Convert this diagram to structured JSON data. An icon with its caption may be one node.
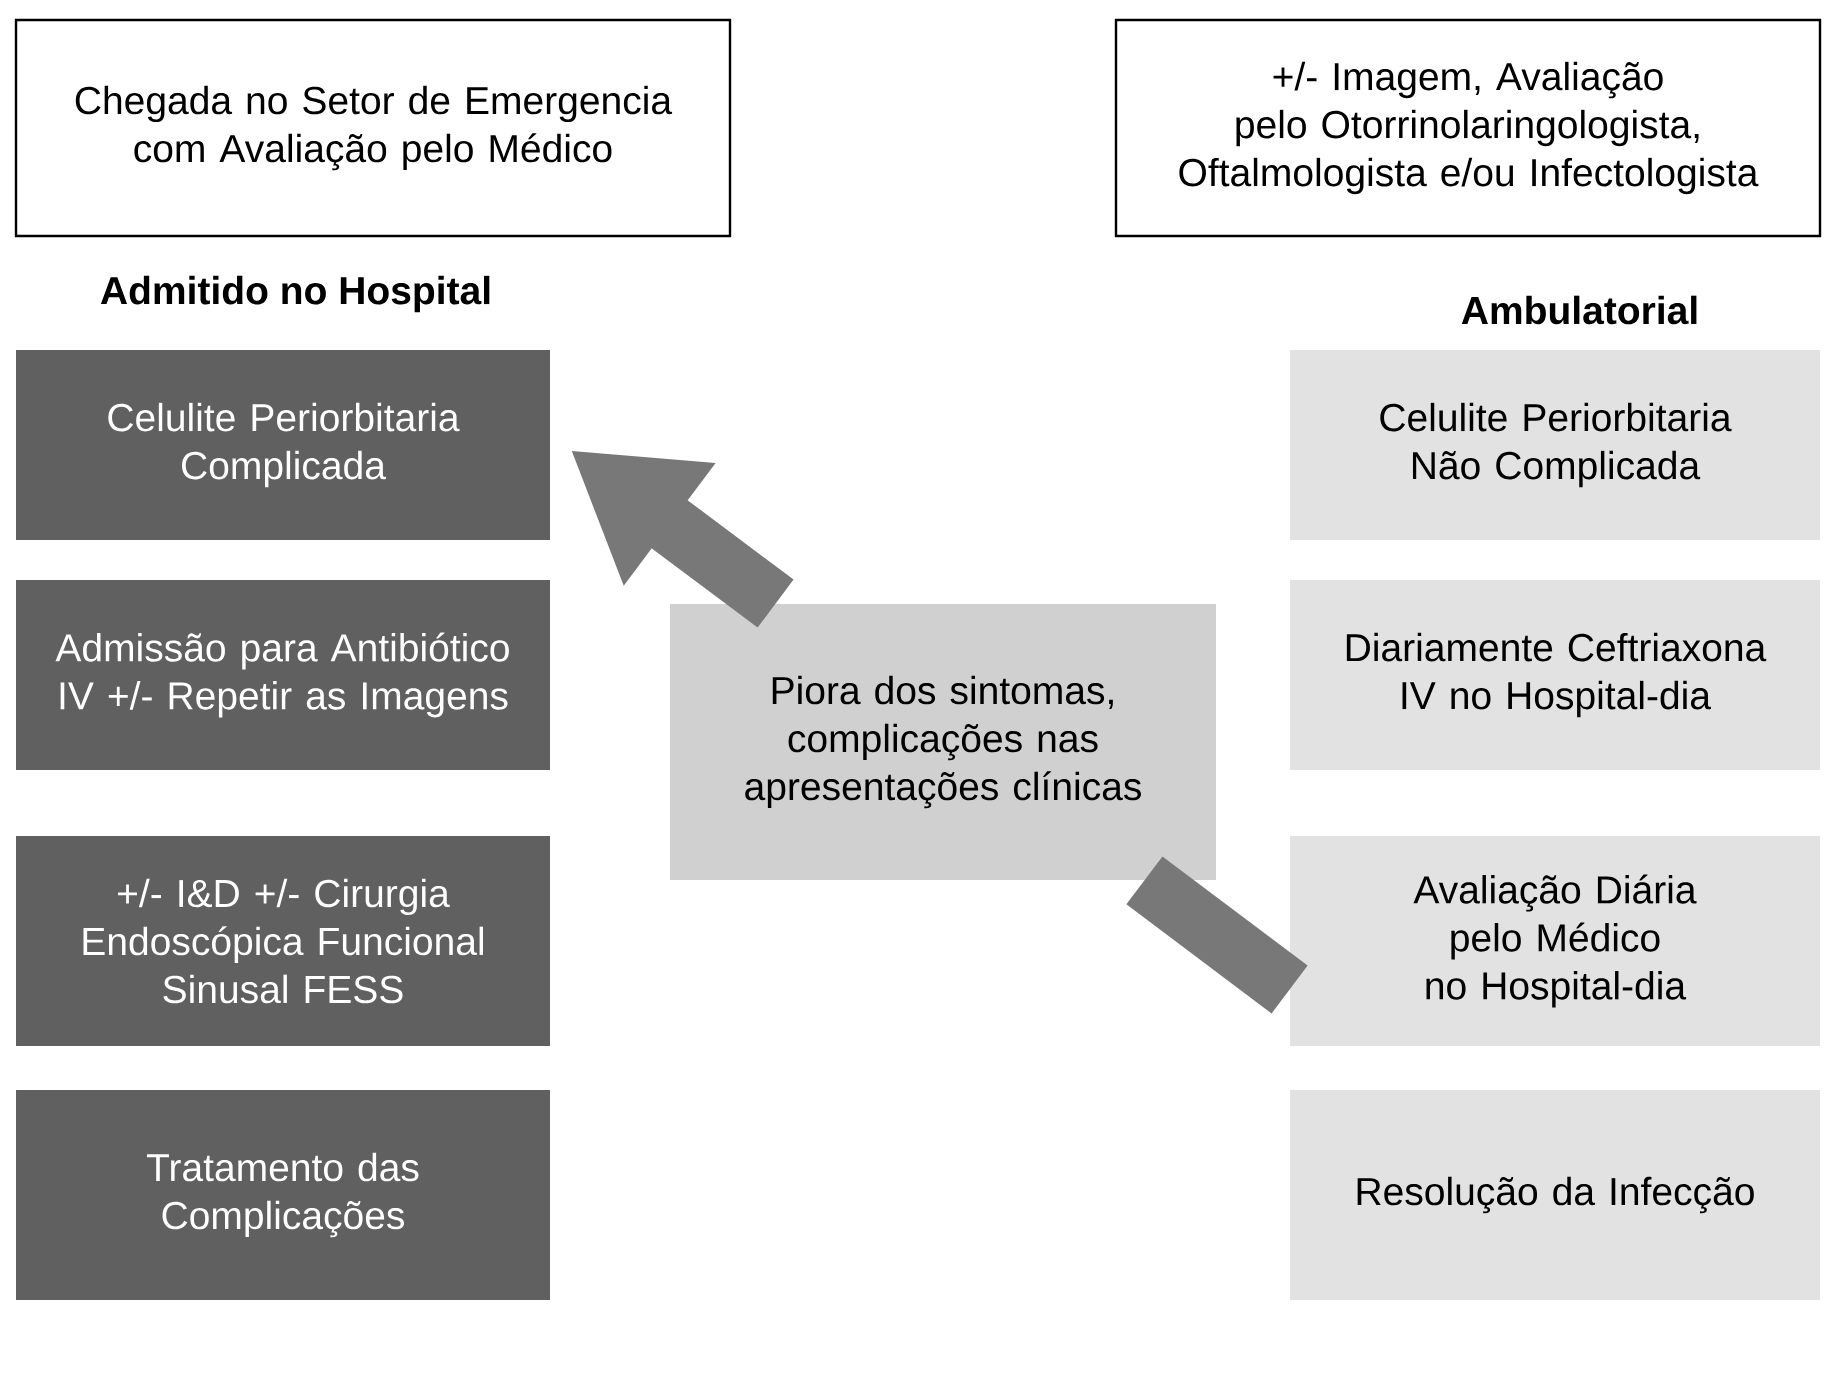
{
  "diagram": {
    "nodes": [
      {
        "text": [
          "Chegada no Setor de Emergencia com Avaliação pelo Médico"
        ]
      },
      {
        "text": [
          "+/- Imagem, Avaliação pelo Otorrinolaringologista, Oftalmologista e/ou Infectologista"
        ]
      },
      {
        "text": [
          "Celulite Periorbitaria Complicada"
        ]
      },
      {
        "text": [
          "Celulite Periorbitaria Não Complicada"
        ]
      },
      {
        "text": [
          "Admissão para Antibiótico IV +/- Repetir as Imagens"
        ]
      },
      {
        "text": [
          "Piora dos sintomas, complicações nas apresentações clínicas"
        ]
      },
      {
        "text": [
          "Diariamente Ceftriaxona IV no Hospital-dia"
        ]
      },
      {
        "text": [
          "+/- I&D +/- Cirurgia Endoscópica Funcional Sinusal  FESS"
        ]
      },
      {
        "text": [
          "Avaliação Diária pelo Médico no Hospital-dia"
        ]
      },
      {
        "text": [
          "Tratamento das Complicações"
        ]
      },
      {
        "text": [
          "Resolução da Infecção"
        ]
      }
    ],
    "edges": [
      {
        "from": 8,
        "to": 5,
        "arrow": "none"
      },
      {
        "from": 5,
        "to": 2,
        "arrow": "to"
      }
    ],
    "labels": [
      "Admitido no Hospital",
      "Ambulatorial"
    ]
  }
}
